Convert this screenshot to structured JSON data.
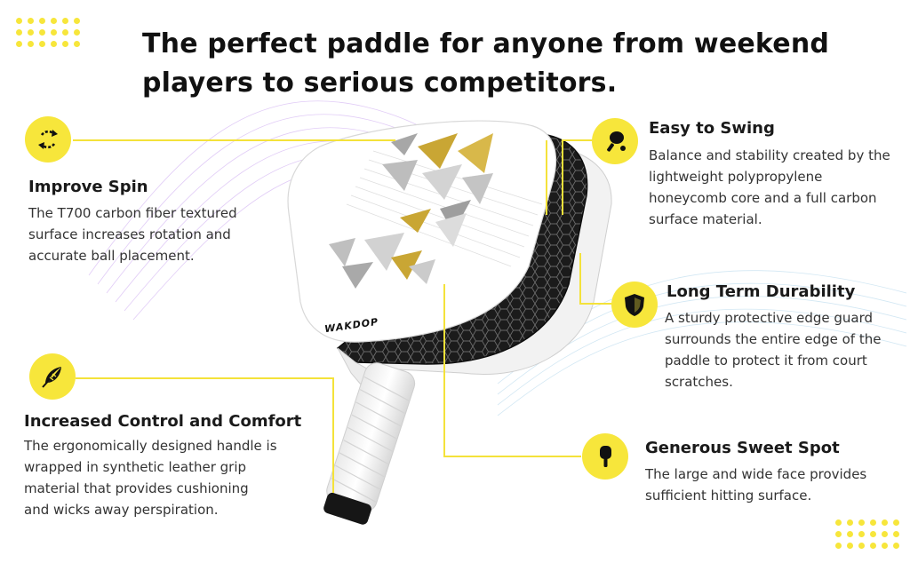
{
  "headline": "The perfect paddle for anyone from weekend players to serious competitors.",
  "brand": "WAKDOP",
  "colors": {
    "accent": "#f7e63b",
    "text": "#1a1a1a",
    "leader_line": "#f4e23a",
    "paddle_gold": "#c9a634",
    "paddle_gray": "#b9b9b9",
    "edge_dark": "#1b1b1b"
  },
  "features": [
    {
      "id": "improve-spin",
      "icon": "spin-arrows-icon",
      "title": "Improve Spin",
      "text": "The T700 carbon fiber textured\nsurface increases rotation and\naccurate ball placement."
    },
    {
      "id": "control-comfort",
      "icon": "feather-icon",
      "title": "Increased Control and Comfort",
      "text": "The ergonomically designed handle is\nwrapped in synthetic leather grip\nmaterial that provides cushioning\nand wicks away perspiration."
    },
    {
      "id": "easy-swing",
      "icon": "paddle-ball-icon",
      "title": "Easy to Swing",
      "text": "Balance and stability created by the\nlightweight polypropylene\nhoneycomb core and a full carbon\nsurface material."
    },
    {
      "id": "durability",
      "icon": "shield-icon",
      "title": "Long Term Durability",
      "text": "A sturdy protective edge guard\nsurrounds the entire edge of the\npaddle to protect it from court\nscratches."
    },
    {
      "id": "sweet-spot",
      "icon": "paddle-icon",
      "title": "Generous Sweet Spot",
      "text": "The large and wide face provides\nsufficient hitting surface."
    }
  ]
}
